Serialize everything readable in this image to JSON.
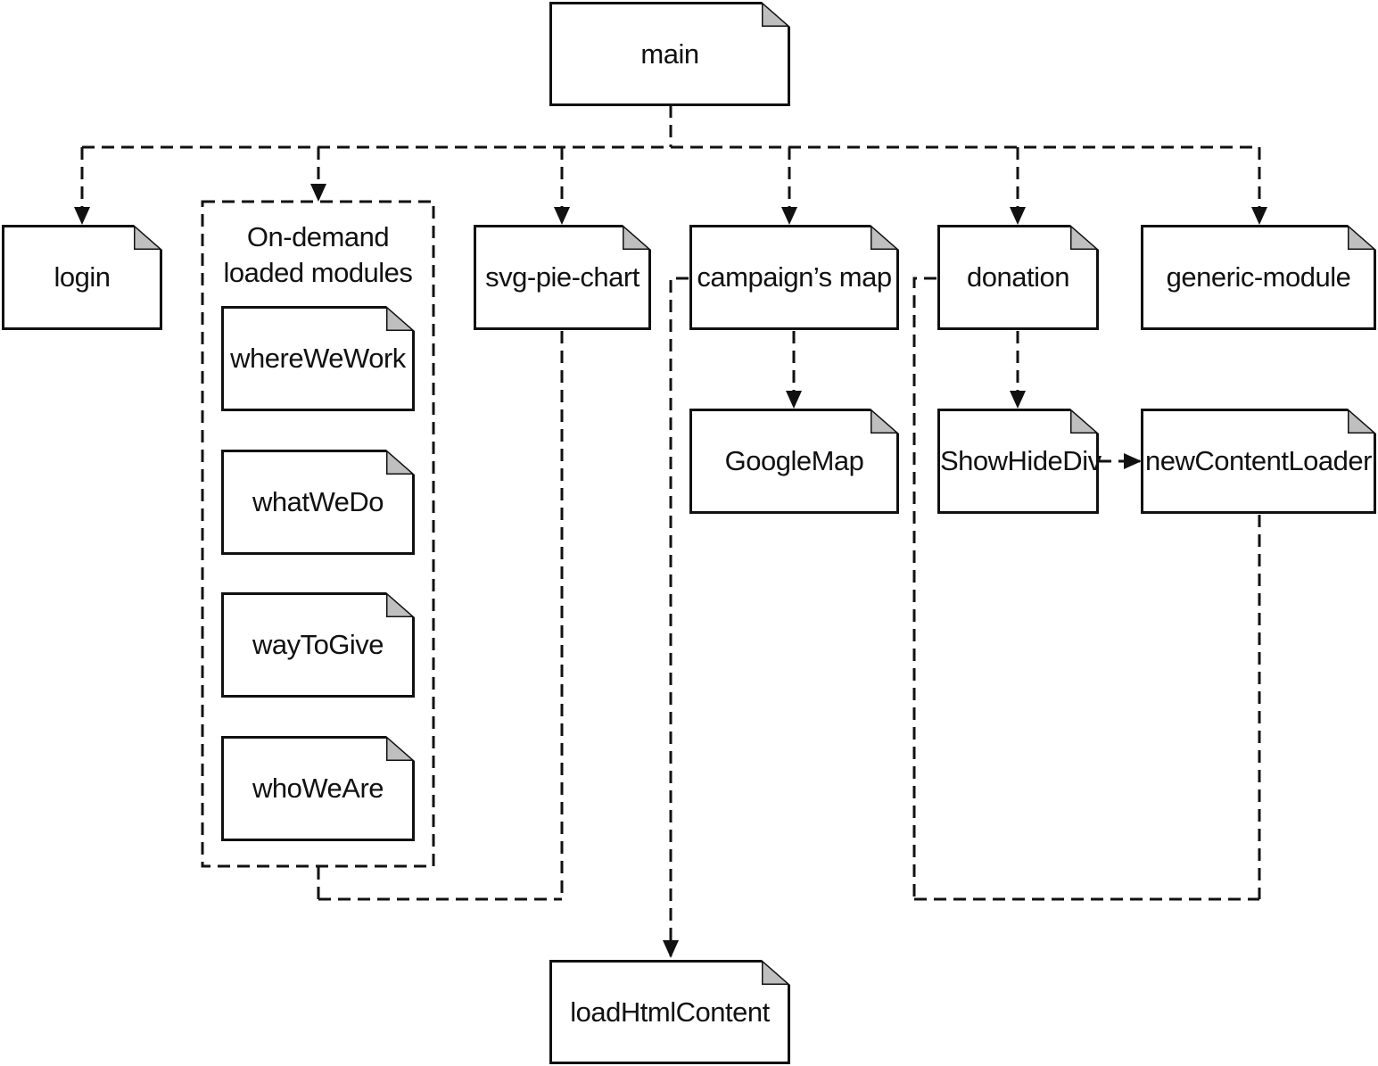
{
  "modules": {
    "main": "main",
    "login": "login",
    "svg_pie_chart": "svg-pie-chart",
    "campaigns_map": "campaign’s map",
    "donation": "donation",
    "generic_module": "generic-module",
    "google_map": "GoogleMap",
    "show_hide_div": "ShowHideDiv",
    "new_content_loader": "newContentLoader",
    "load_html_content": "loadHtmlContent"
  },
  "on_demand_group": {
    "title": "On-demand\nloaded modules",
    "items": [
      "whereWeWork",
      "whatWeDo",
      "wayToGive",
      "whoWeAre"
    ]
  },
  "colors": {
    "stroke": "#111111",
    "fold_fill": "#bfbfbf",
    "background": "#ffffff"
  }
}
